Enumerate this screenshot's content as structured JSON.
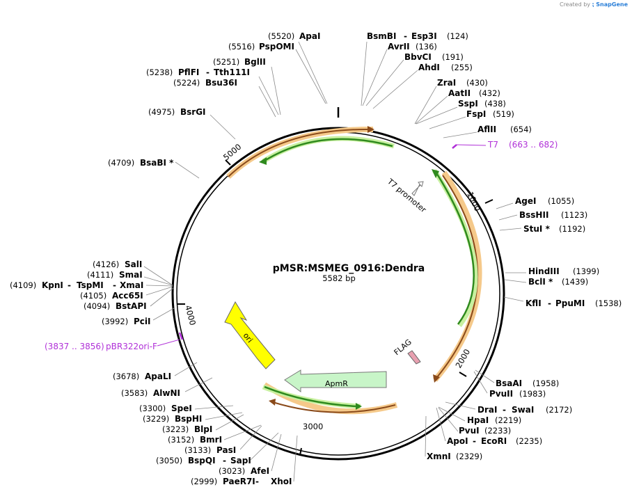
{
  "credit": {
    "text": "Created by",
    "logo": "SnapGene"
  },
  "plasmid": {
    "name": "pMSR:MSMEG_0916:Dendra",
    "size_label": "5582 bp",
    "length": 5582
  },
  "ticks": [
    "1000",
    "2000",
    "3000",
    "4000",
    "5000"
  ],
  "enzymes": [
    {
      "name": "ApaI",
      "pos": "(5520)"
    },
    {
      "name": "PspOMI",
      "pos": "(5516)"
    },
    {
      "name": "BglII",
      "pos": "(5251)"
    },
    {
      "name": "PflFI",
      "alt": "Tth111I",
      "pos": "(5238)"
    },
    {
      "name": "Bsu36I",
      "pos": "(5224)"
    },
    {
      "name": "BsrGI",
      "pos": "(4975)"
    },
    {
      "name": "BsaBI *",
      "pos": "(4709)"
    },
    {
      "name": "SalI",
      "pos": "(4126)"
    },
    {
      "name": "SmaI",
      "pos": "(4111)"
    },
    {
      "name": "KpnI",
      "alt": "TspMI",
      "alt2": "XmaI",
      "pos": "(4109)"
    },
    {
      "name": "Acc65I",
      "pos": "(4105)"
    },
    {
      "name": "BstAPI",
      "pos": "(4094)"
    },
    {
      "name": "PciI",
      "pos": "(3992)"
    },
    {
      "name": "ApaLI",
      "pos": "(3678)"
    },
    {
      "name": "AlwNI",
      "pos": "(3583)"
    },
    {
      "name": "SpeI",
      "pos": "(3300)"
    },
    {
      "name": "BspHI",
      "pos": "(3229)"
    },
    {
      "name": "BlpI",
      "pos": "(3223)"
    },
    {
      "name": "BmrI",
      "pos": "(3152)"
    },
    {
      "name": "PasI",
      "pos": "(3133)"
    },
    {
      "name": "BspQI",
      "alt": "SapI",
      "pos": "(3050)"
    },
    {
      "name": "AfeI",
      "pos": "(3023)"
    },
    {
      "name": "PaeR7I",
      "alt": "XhoI",
      "pos": "(2999)"
    },
    {
      "name": "BsmBI",
      "alt": "Esp3I",
      "pos": "(124)"
    },
    {
      "name": "AvrII",
      "pos": "(136)"
    },
    {
      "name": "BbvCI",
      "pos": "(191)"
    },
    {
      "name": "AhdI",
      "pos": "(255)"
    },
    {
      "name": "ZraI",
      "pos": "(430)"
    },
    {
      "name": "AatII",
      "pos": "(432)"
    },
    {
      "name": "SspI",
      "pos": "(438)"
    },
    {
      "name": "FspI",
      "pos": "(519)"
    },
    {
      "name": "AflII",
      "pos": "(654)"
    },
    {
      "name": "AgeI",
      "pos": "(1055)"
    },
    {
      "name": "BssHII",
      "pos": "(1123)"
    },
    {
      "name": "StuI *",
      "pos": "(1192)"
    },
    {
      "name": "HindIII",
      "pos": "(1399)"
    },
    {
      "name": "BclI *",
      "pos": "(1439)"
    },
    {
      "name": "KflI",
      "alt": "PpuMI",
      "pos": "(1538)"
    },
    {
      "name": "BsaAI",
      "pos": "(1958)"
    },
    {
      "name": "PvuII",
      "pos": "(1983)"
    },
    {
      "name": "DraI",
      "alt": "SwaI",
      "pos": "(2172)"
    },
    {
      "name": "HpaI",
      "pos": "(2219)"
    },
    {
      "name": "PvuI",
      "pos": "(2233)"
    },
    {
      "name": "ApoI",
      "alt": "EcoRI",
      "pos": "(2235)"
    },
    {
      "name": "XmnI",
      "pos": "(2329)"
    }
  ],
  "primers": [
    {
      "name": "T7",
      "range": "(663 .. 682)"
    },
    {
      "name": "pBR322ori-F",
      "range": "(3837 .. 3856)"
    }
  ],
  "features": [
    {
      "name": "T7 promoter"
    },
    {
      "name": "FLAG"
    },
    {
      "name": "ori"
    },
    {
      "name": "ApmR"
    }
  ],
  "colors": {
    "orf": "#f5c98a",
    "orf_edge": "#8a4a1a",
    "cds_green": "#2f8a1e",
    "cds_green_glow": "#c8f0a0",
    "ori": "#ffff00",
    "ampr": "#c8f5c8",
    "flag": "#e8a0b0",
    "primer": "#b030d8"
  }
}
